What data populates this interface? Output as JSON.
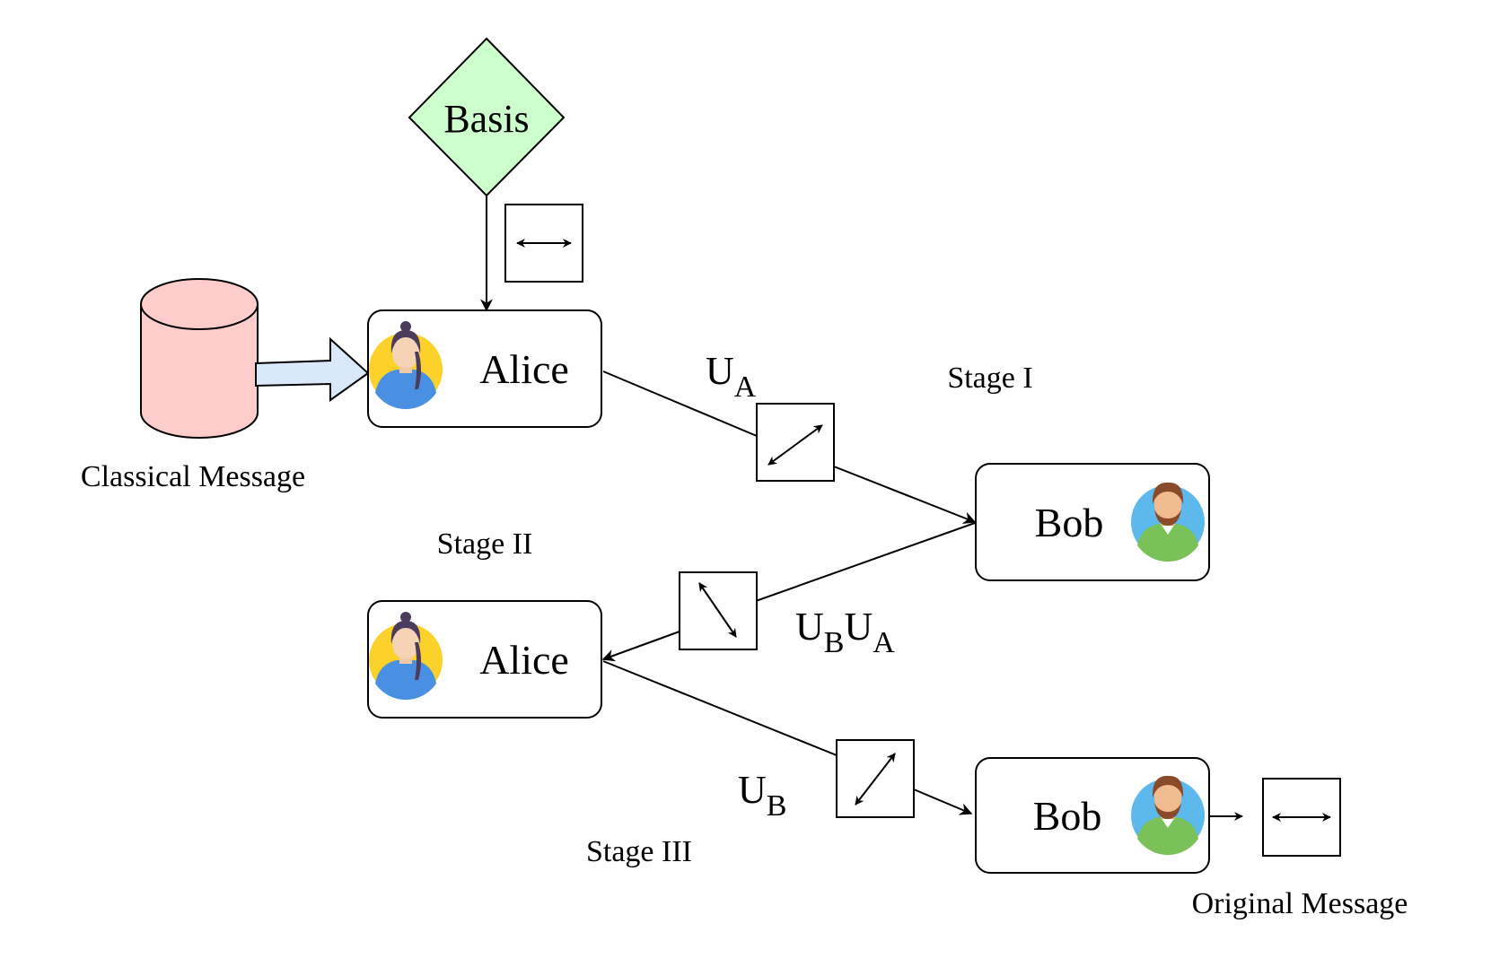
{
  "basis": {
    "label": "Basis",
    "color": "#ccffcc"
  },
  "database": {
    "label": "Classical Message",
    "color": "#ffcccc"
  },
  "arrow_fill": "#dae8fc",
  "avatar_colors": {
    "alice_bg": "#fcd12a",
    "bob_bg": "#5db8ec",
    "alice_shirt": "#4a90e2",
    "bob_shirt": "#7bc15a"
  },
  "nodes": {
    "alice1": {
      "label": "Alice",
      "icon": "woman-avatar-icon"
    },
    "bob1": {
      "label": "Bob",
      "icon": "man-avatar-icon"
    },
    "alice2": {
      "label": "Alice",
      "icon": "woman-avatar-icon"
    },
    "bob2": {
      "label": "Bob",
      "icon": "man-avatar-icon"
    }
  },
  "stages": {
    "stage1": "Stage I",
    "stage2": "Stage II",
    "stage3": "Stage III"
  },
  "operators": {
    "ua": {
      "main": "U",
      "sub": "A"
    },
    "ubua": {
      "main1": "U",
      "sub1": "B",
      "main2": "U",
      "sub2": "A"
    },
    "ub": {
      "main": "U",
      "sub": "B"
    }
  },
  "output": {
    "label": "Original Message"
  },
  "polarization_icons": [
    "horizontal-polarization-icon",
    "diagonal-polarization-icon",
    "antidiagonal-polarization-icon",
    "diagonal-polarization-icon",
    "horizontal-polarization-icon"
  ]
}
